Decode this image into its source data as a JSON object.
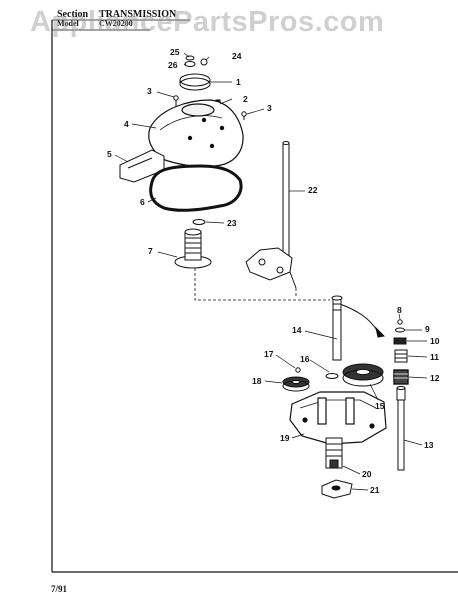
{
  "header": {
    "section_label": "Section",
    "section_title": "TRANSMISSION",
    "model_label": "Model",
    "model_code": "CW20200"
  },
  "watermark": "AppliancePartsPros.com",
  "footer": {
    "date": "7/91"
  },
  "callouts": [
    "25",
    "24",
    "26",
    "1",
    "3",
    "2",
    "3",
    "4",
    "5",
    "22",
    "6",
    "23",
    "7",
    "8",
    "9",
    "14",
    "10",
    "17",
    "16",
    "11",
    "12",
    "18",
    "15",
    "19",
    "13",
    "20",
    "21"
  ]
}
